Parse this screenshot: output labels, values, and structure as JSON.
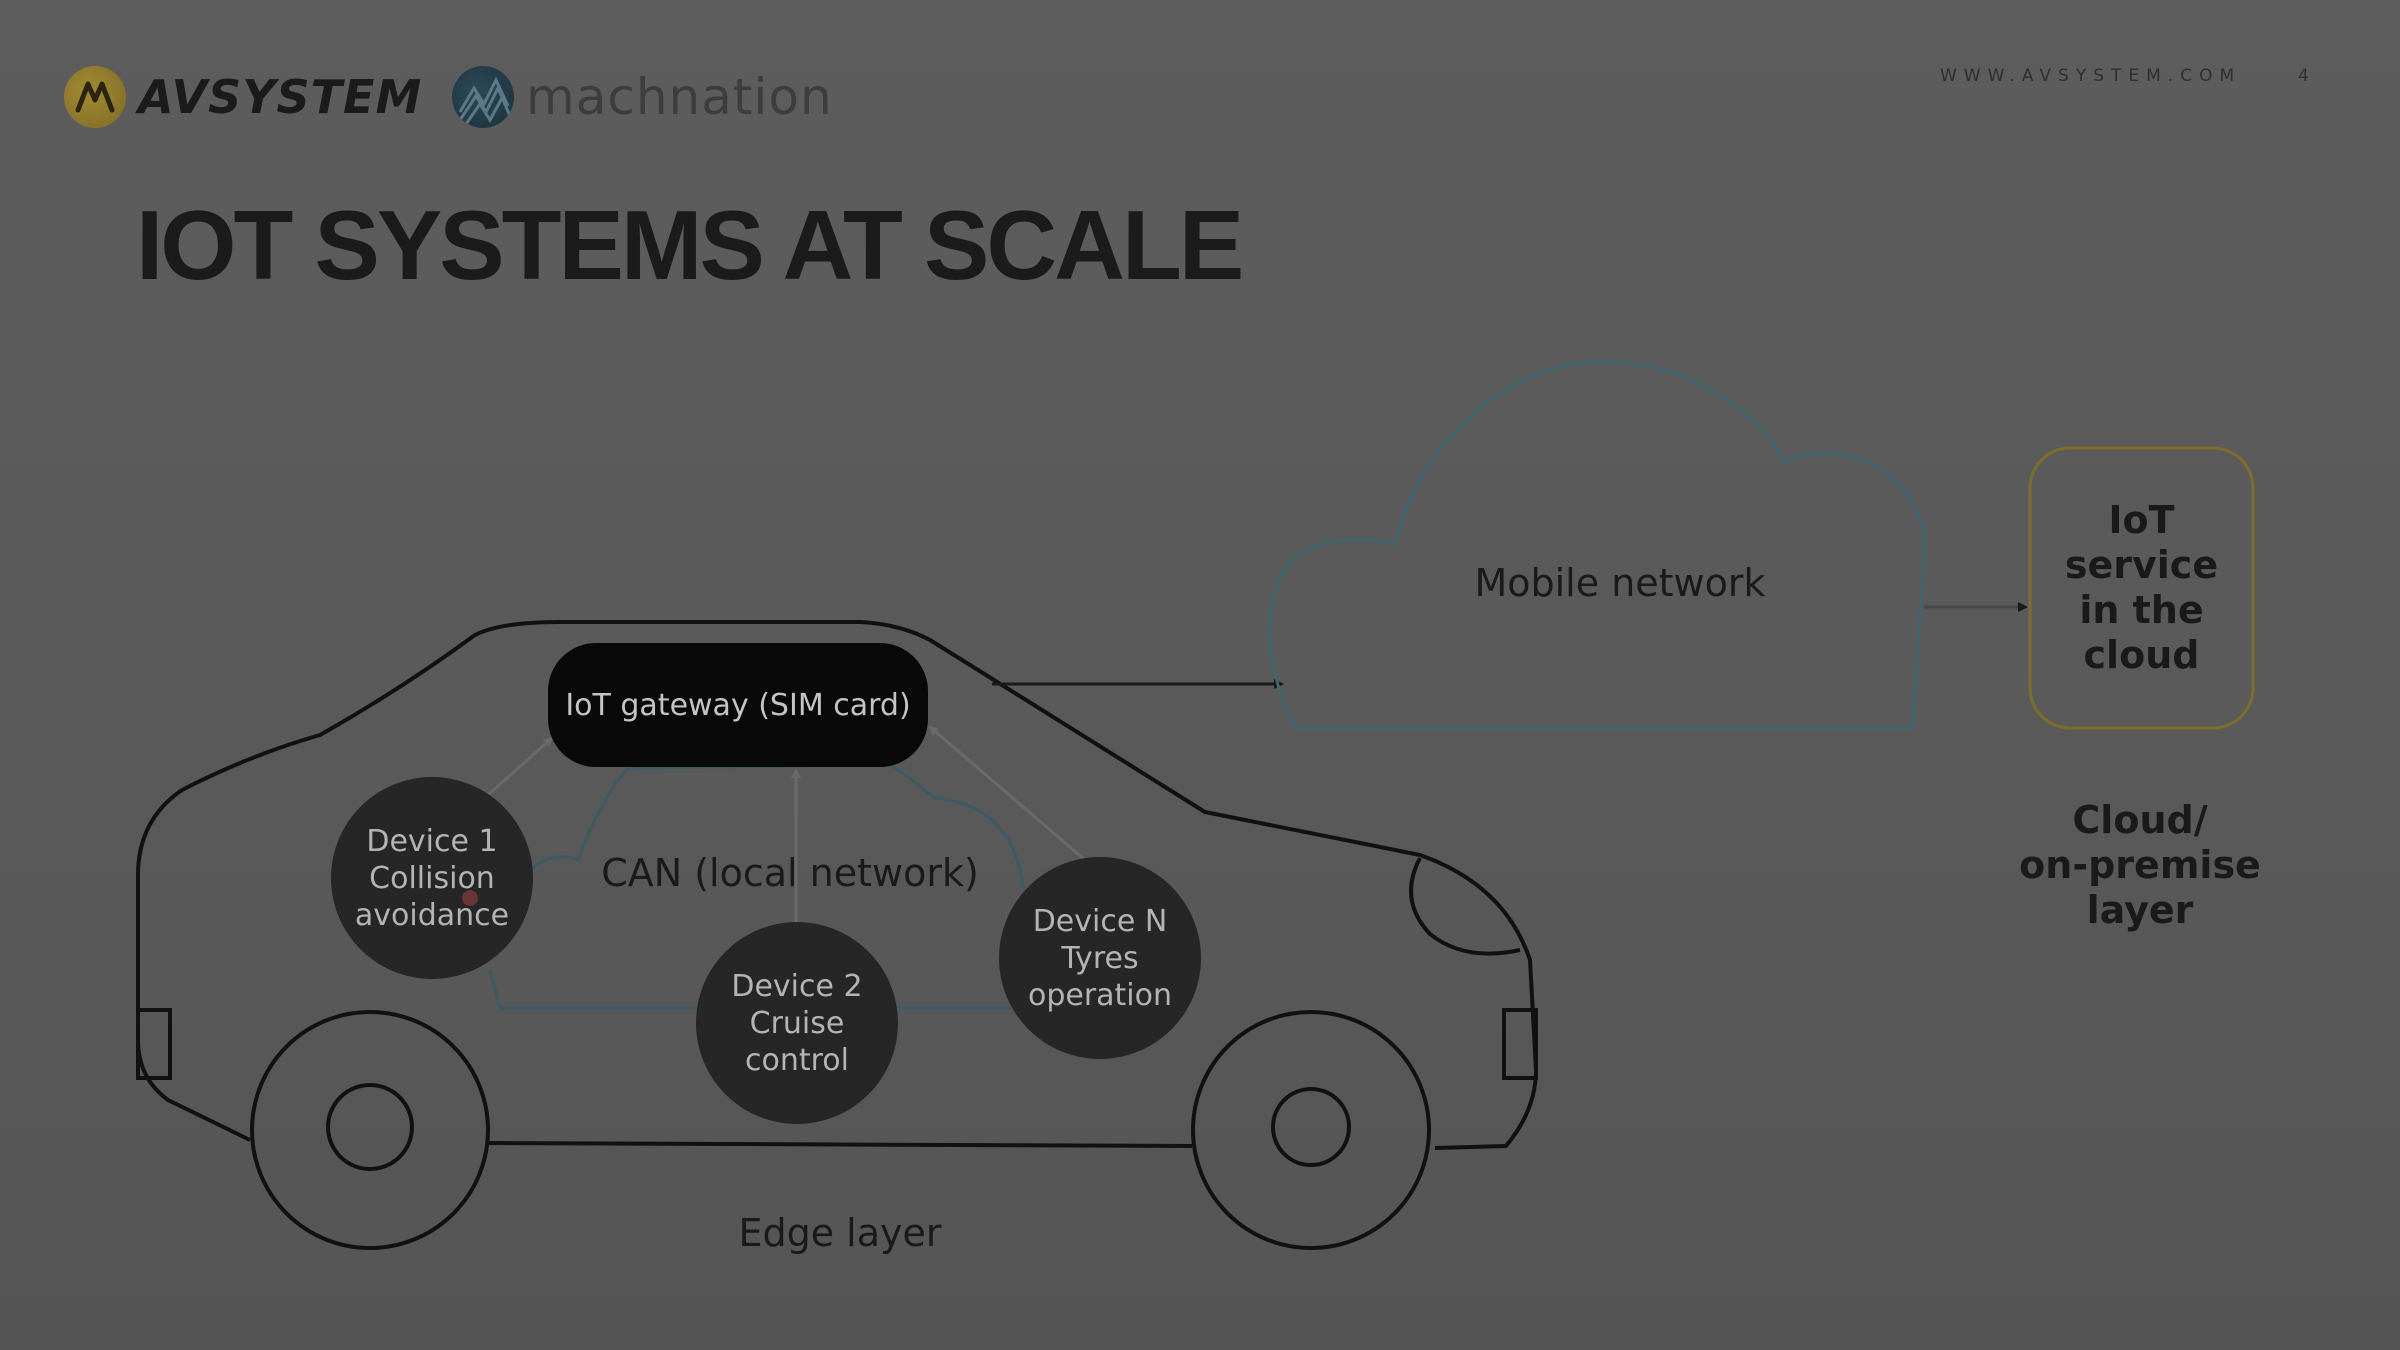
{
  "header": {
    "avsystem_logo_text": "AVSYSTEM",
    "machnation_logo_text": "machnation",
    "website": "WWW.AVSYSTEM.COM",
    "page_number": "4"
  },
  "title": "IOT SYSTEMS AT SCALE",
  "diagram": {
    "gateway": "IoT gateway (SIM card)",
    "local_network": "CAN (local network)",
    "devices": [
      "Device 1\nCollision\navoidance",
      "Device 2\nCruise\ncontrol",
      "Device N\nTyres\noperation"
    ],
    "mobile_network": "Mobile network",
    "cloud_service": "IoT service\nin the\ncloud",
    "edge_layer": "Edge layer",
    "cloud_layer": "Cloud/\non-premise\nlayer"
  },
  "colors": {
    "background": "#5b5b5b",
    "outline": "#111111",
    "can_network_line": "#3e5a66",
    "cloud_outline": "#3f6670",
    "iot_service_outline": "#7e6d2c",
    "device_fill": "#262626",
    "gateway_fill": "#090909",
    "device_text": "#b4b4b4",
    "avsystem_logo": "#8f7a2b",
    "machnation_logo": "#24404e"
  }
}
